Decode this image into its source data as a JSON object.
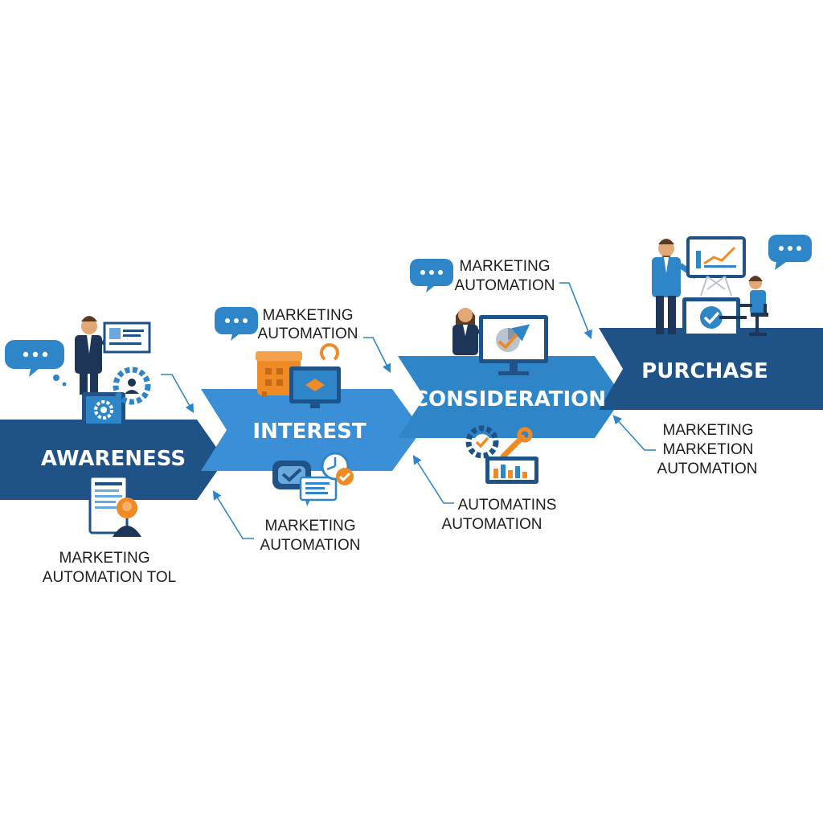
{
  "colors": {
    "dark_blue": "#1f5388",
    "mid_blue": "#2e86c8",
    "light_blue": "#3a8fd6",
    "orange": "#f08a24",
    "navy_suit": "#1d3557",
    "text": "#1e1e1e"
  },
  "stages": [
    {
      "title": "AWARENESS",
      "icons": [
        "speech-bubble-icon",
        "presenter-icon",
        "monitor-gear-icon",
        "gear-user-icon",
        "document-user-icon"
      ]
    },
    {
      "title": "INTEREST",
      "icons": [
        "speech-bubble-icon",
        "shopping-bag-icon",
        "monitor-icon",
        "message-check-icon",
        "clock-check-icon"
      ]
    },
    {
      "title": "CONSIDERATION",
      "icons": [
        "speech-bubble-icon",
        "presenter-icon",
        "monitor-chart-icon",
        "gear-check-icon",
        "wrench-icon",
        "bar-chart-icon"
      ]
    },
    {
      "title": "PURCHASE",
      "icons": [
        "speech-bubble-icon",
        "presenter-icon",
        "line-chart-board-icon",
        "monitor-check-icon",
        "desk-worker-icon"
      ]
    }
  ],
  "labels": {
    "awareness_bottom": [
      "MARKETING",
      "AUTOMATION TOL"
    ],
    "interest_top": [
      "MARKETING",
      "AUTOMATION"
    ],
    "interest_bottom": [
      "MARKETING",
      "AUTOMATION"
    ],
    "consideration_top": [
      "MARKETING",
      "AUTOMATION"
    ],
    "consideration_bottom": [
      "AUTOMATINS",
      "AUTOMATION"
    ],
    "purchase_bottom": [
      "MARKETING",
      "MARKETION",
      "AUTOMATION"
    ]
  }
}
